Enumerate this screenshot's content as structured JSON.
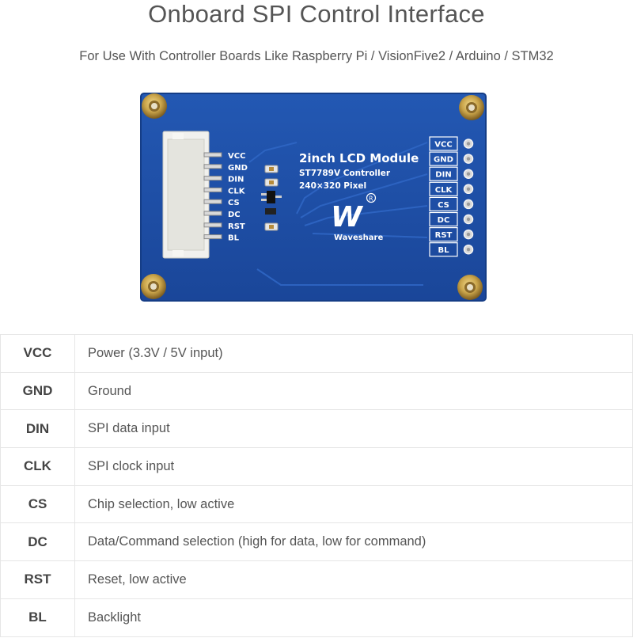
{
  "header": {
    "title": "Onboard SPI Control Interface",
    "subtitle": "For Use With Controller Boards Like Raspberry Pi / VisionFive2 / Arduino / STM32"
  },
  "board": {
    "silkscreen_title": "2inch LCD Module",
    "silkscreen_controller": "ST7789V Controller",
    "silkscreen_resolution": "240×320 Pixel",
    "brand": "Waveshare",
    "logo_mark": "W",
    "registered": "R",
    "connector_labels": [
      "VCC",
      "GND",
      "DIN",
      "CLK",
      "CS",
      "DC",
      "RST",
      "BL"
    ],
    "header_labels": [
      "VCC",
      "GND",
      "DIN",
      "CLK",
      "CS",
      "DC",
      "RST",
      "BL"
    ],
    "colors": {
      "pcb": "#1d4fa8",
      "pcb_edge": "#153d86",
      "silkscreen": "#ffffff",
      "brass": "#c9a44a"
    }
  },
  "pins": [
    {
      "name": "VCC",
      "description": "Power (3.3V / 5V input)"
    },
    {
      "name": "GND",
      "description": "Ground"
    },
    {
      "name": "DIN",
      "description": "SPI data input"
    },
    {
      "name": "CLK",
      "description": "SPI clock input"
    },
    {
      "name": "CS",
      "description": "Chip selection, low active"
    },
    {
      "name": "DC",
      "description": "Data/Command selection (high for data, low for command)"
    },
    {
      "name": "RST",
      "description": "Reset, low active"
    },
    {
      "name": "BL",
      "description": "Backlight"
    }
  ]
}
